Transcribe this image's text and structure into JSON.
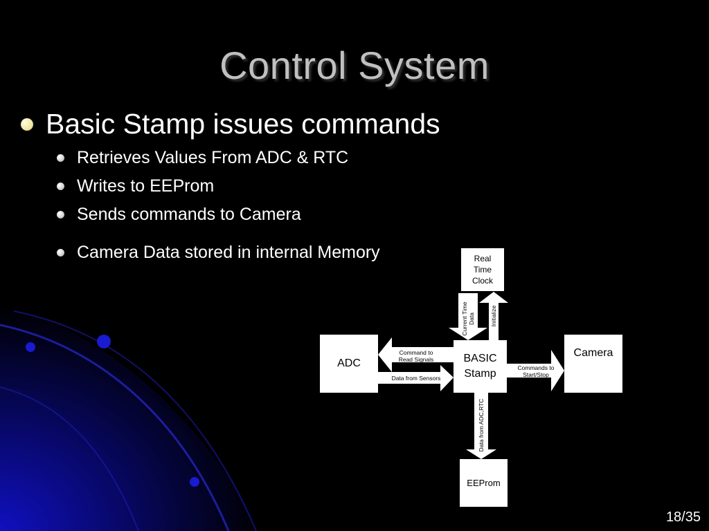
{
  "slide": {
    "title": "Control System",
    "bullet_main": "Basic Stamp issues commands",
    "sub_bullets": [
      "Retrieves Values From ADC & RTC",
      "Writes to EEProm",
      "Sends commands to Camera",
      "Camera Data stored in internal Memory"
    ],
    "page_number": "18/35"
  },
  "diagram": {
    "rtc_label": "Real Time Clock",
    "adc_label": "ADC",
    "stamp_label": "BASIC Stamp",
    "camera_label": "Camera",
    "eeprom_label": "EEProm",
    "arrow_rtc_to_stamp": "Current Time Data",
    "arrow_stamp_to_rtc": "Initialize",
    "arrow_stamp_to_adc": "Command to Read Signals",
    "arrow_adc_to_stamp": "Data from Sensors",
    "arrow_stamp_to_camera": "Commands to Start/Stop",
    "arrow_stamp_to_eeprom": "Data from ADC,RTC"
  },
  "colors": {
    "background": "#000000",
    "title": "#c0c0c0",
    "accent_blue": "#1a1aa0"
  }
}
